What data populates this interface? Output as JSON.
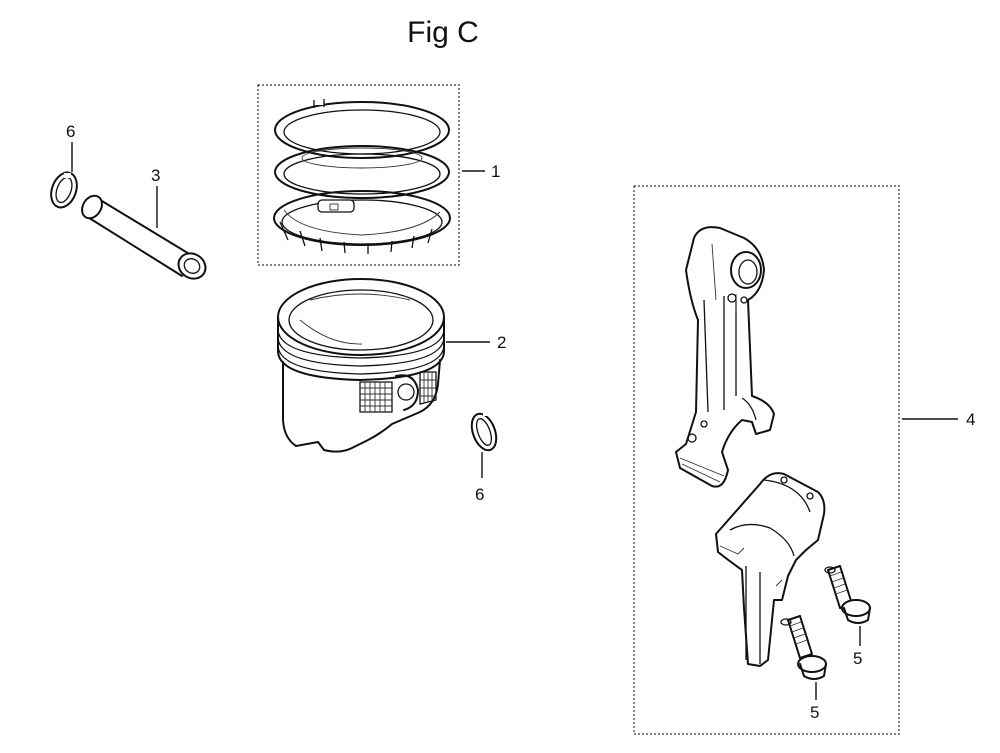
{
  "figure": {
    "title": "Fig C"
  },
  "callouts": {
    "piston_ring_set": "1",
    "piston": "2",
    "piston_pin": "3",
    "connecting_rod_assembly": "4",
    "rod_bolt_left": "5",
    "rod_bolt_right": "5",
    "pin_clip_left": "6",
    "pin_clip_right": "6"
  }
}
